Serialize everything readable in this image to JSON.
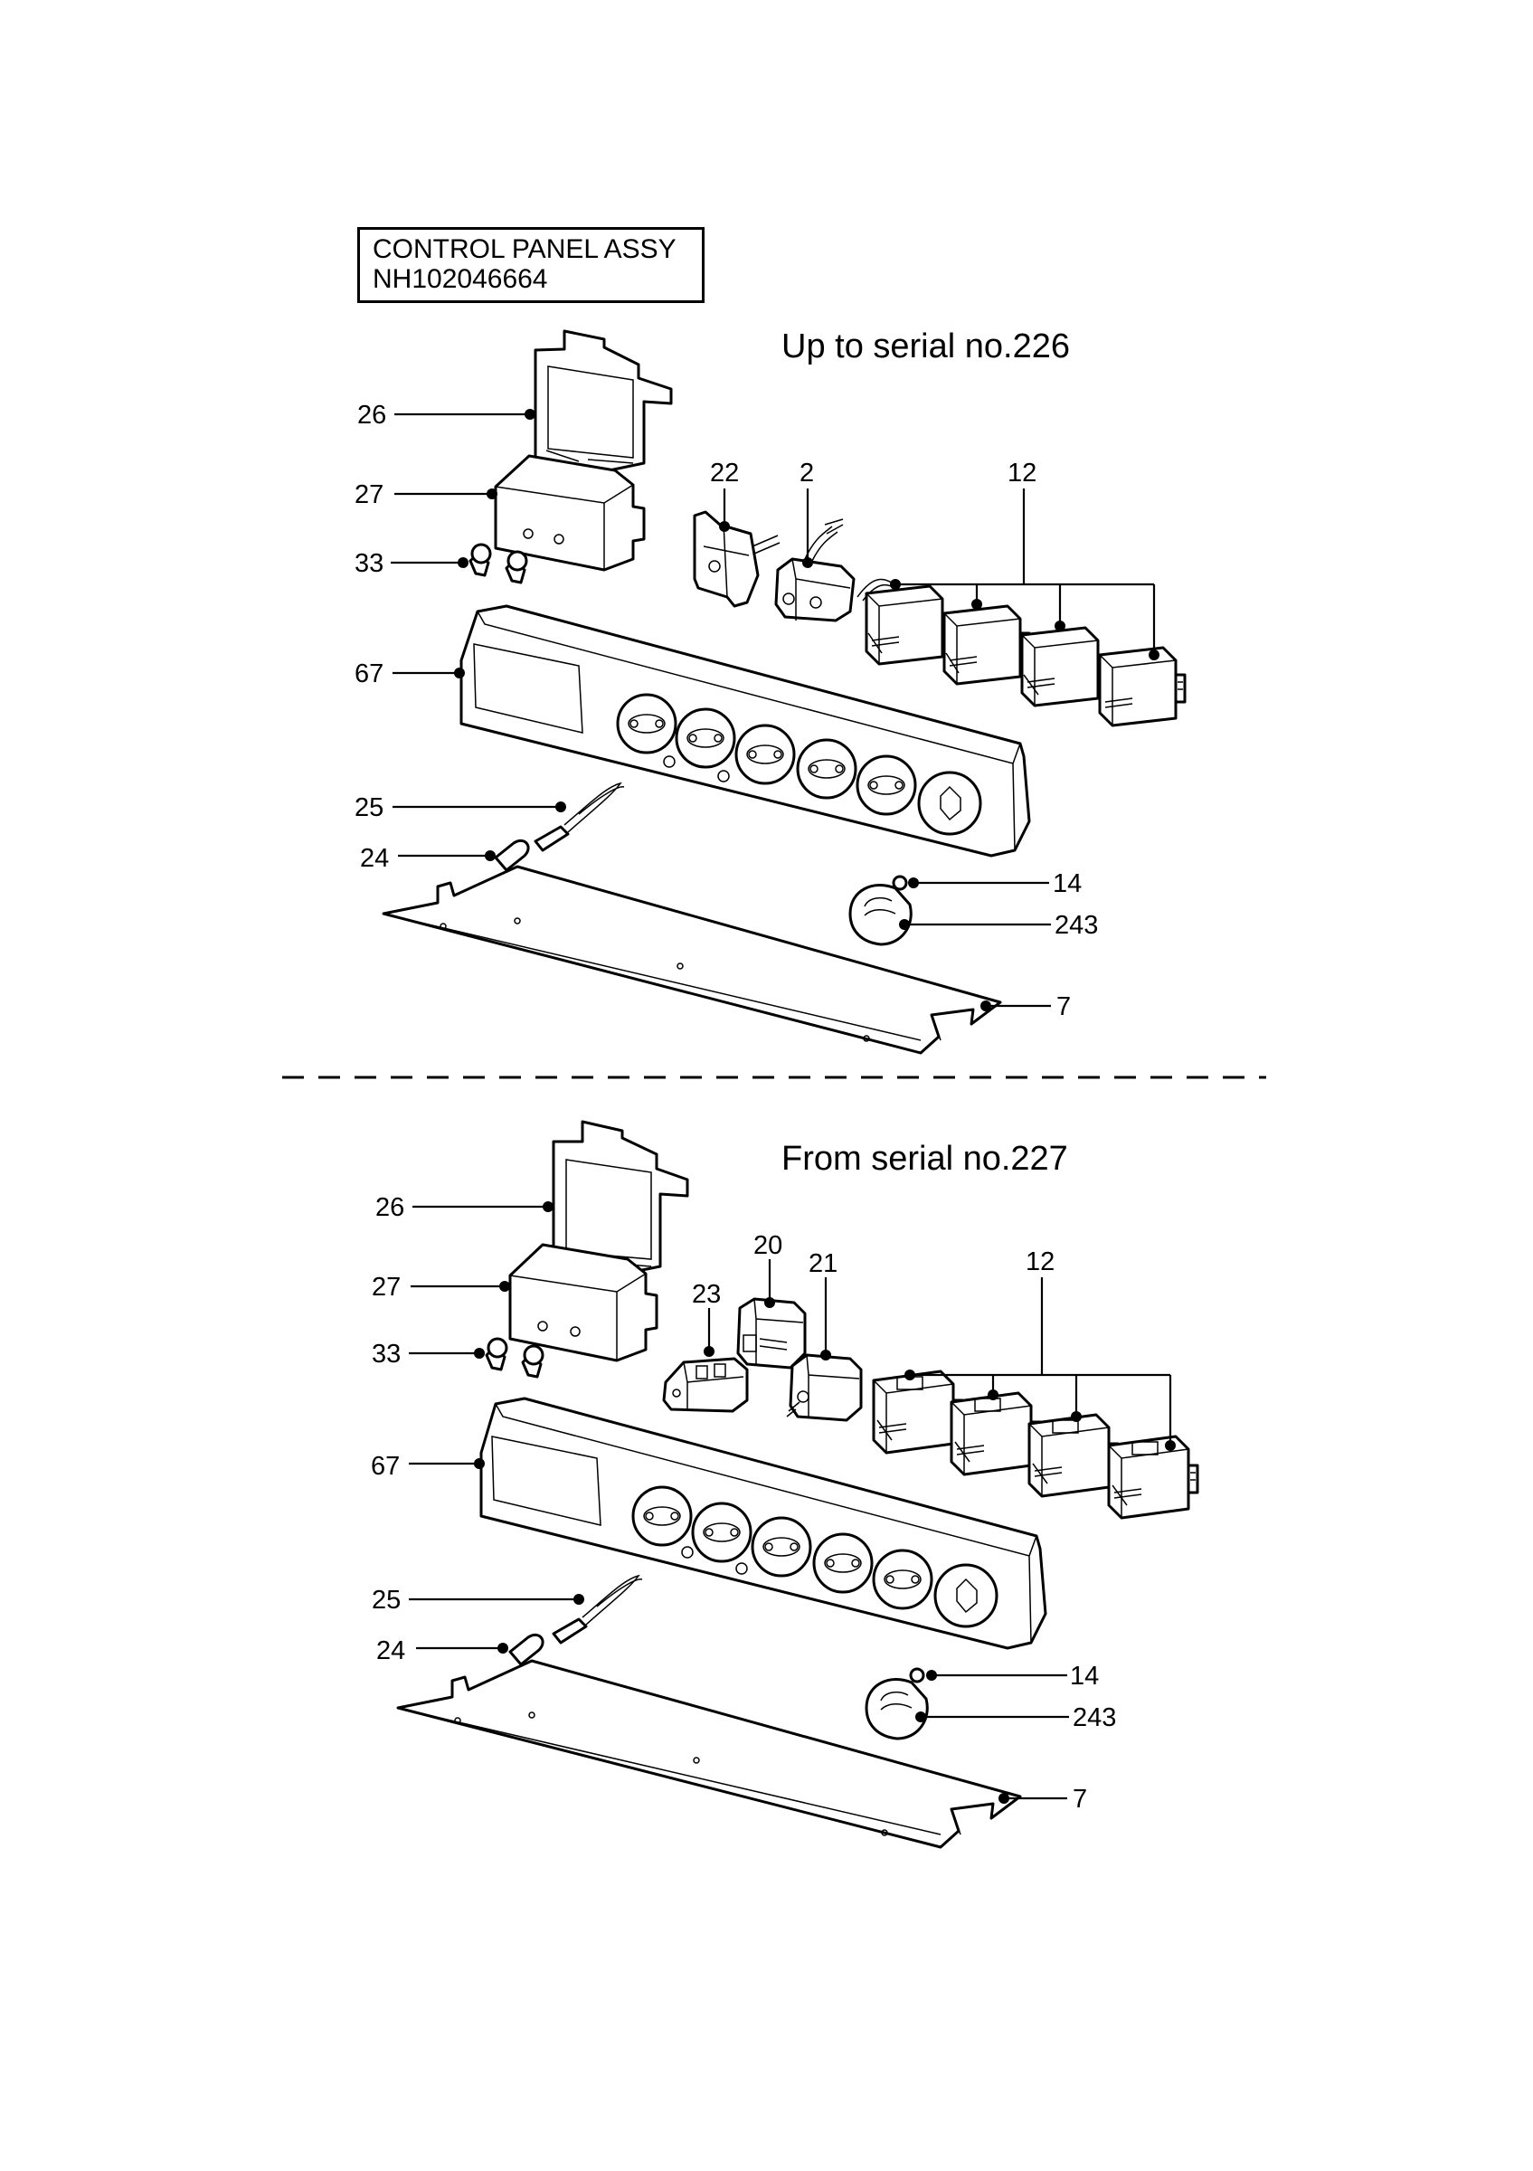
{
  "title_box": {
    "line1": "CONTROL PANEL ASSY",
    "line2": "NH102046664"
  },
  "sections": [
    {
      "title": "Up to serial no.226",
      "callouts": [
        "26",
        "27",
        "33",
        "67",
        "25",
        "24",
        "22",
        "2",
        "12",
        "14",
        "243",
        "7"
      ]
    },
    {
      "title": "From serial no.227",
      "callouts": [
        "26",
        "27",
        "33",
        "67",
        "25",
        "24",
        "23",
        "20",
        "21",
        "12",
        "14",
        "243",
        "7"
      ]
    }
  ]
}
